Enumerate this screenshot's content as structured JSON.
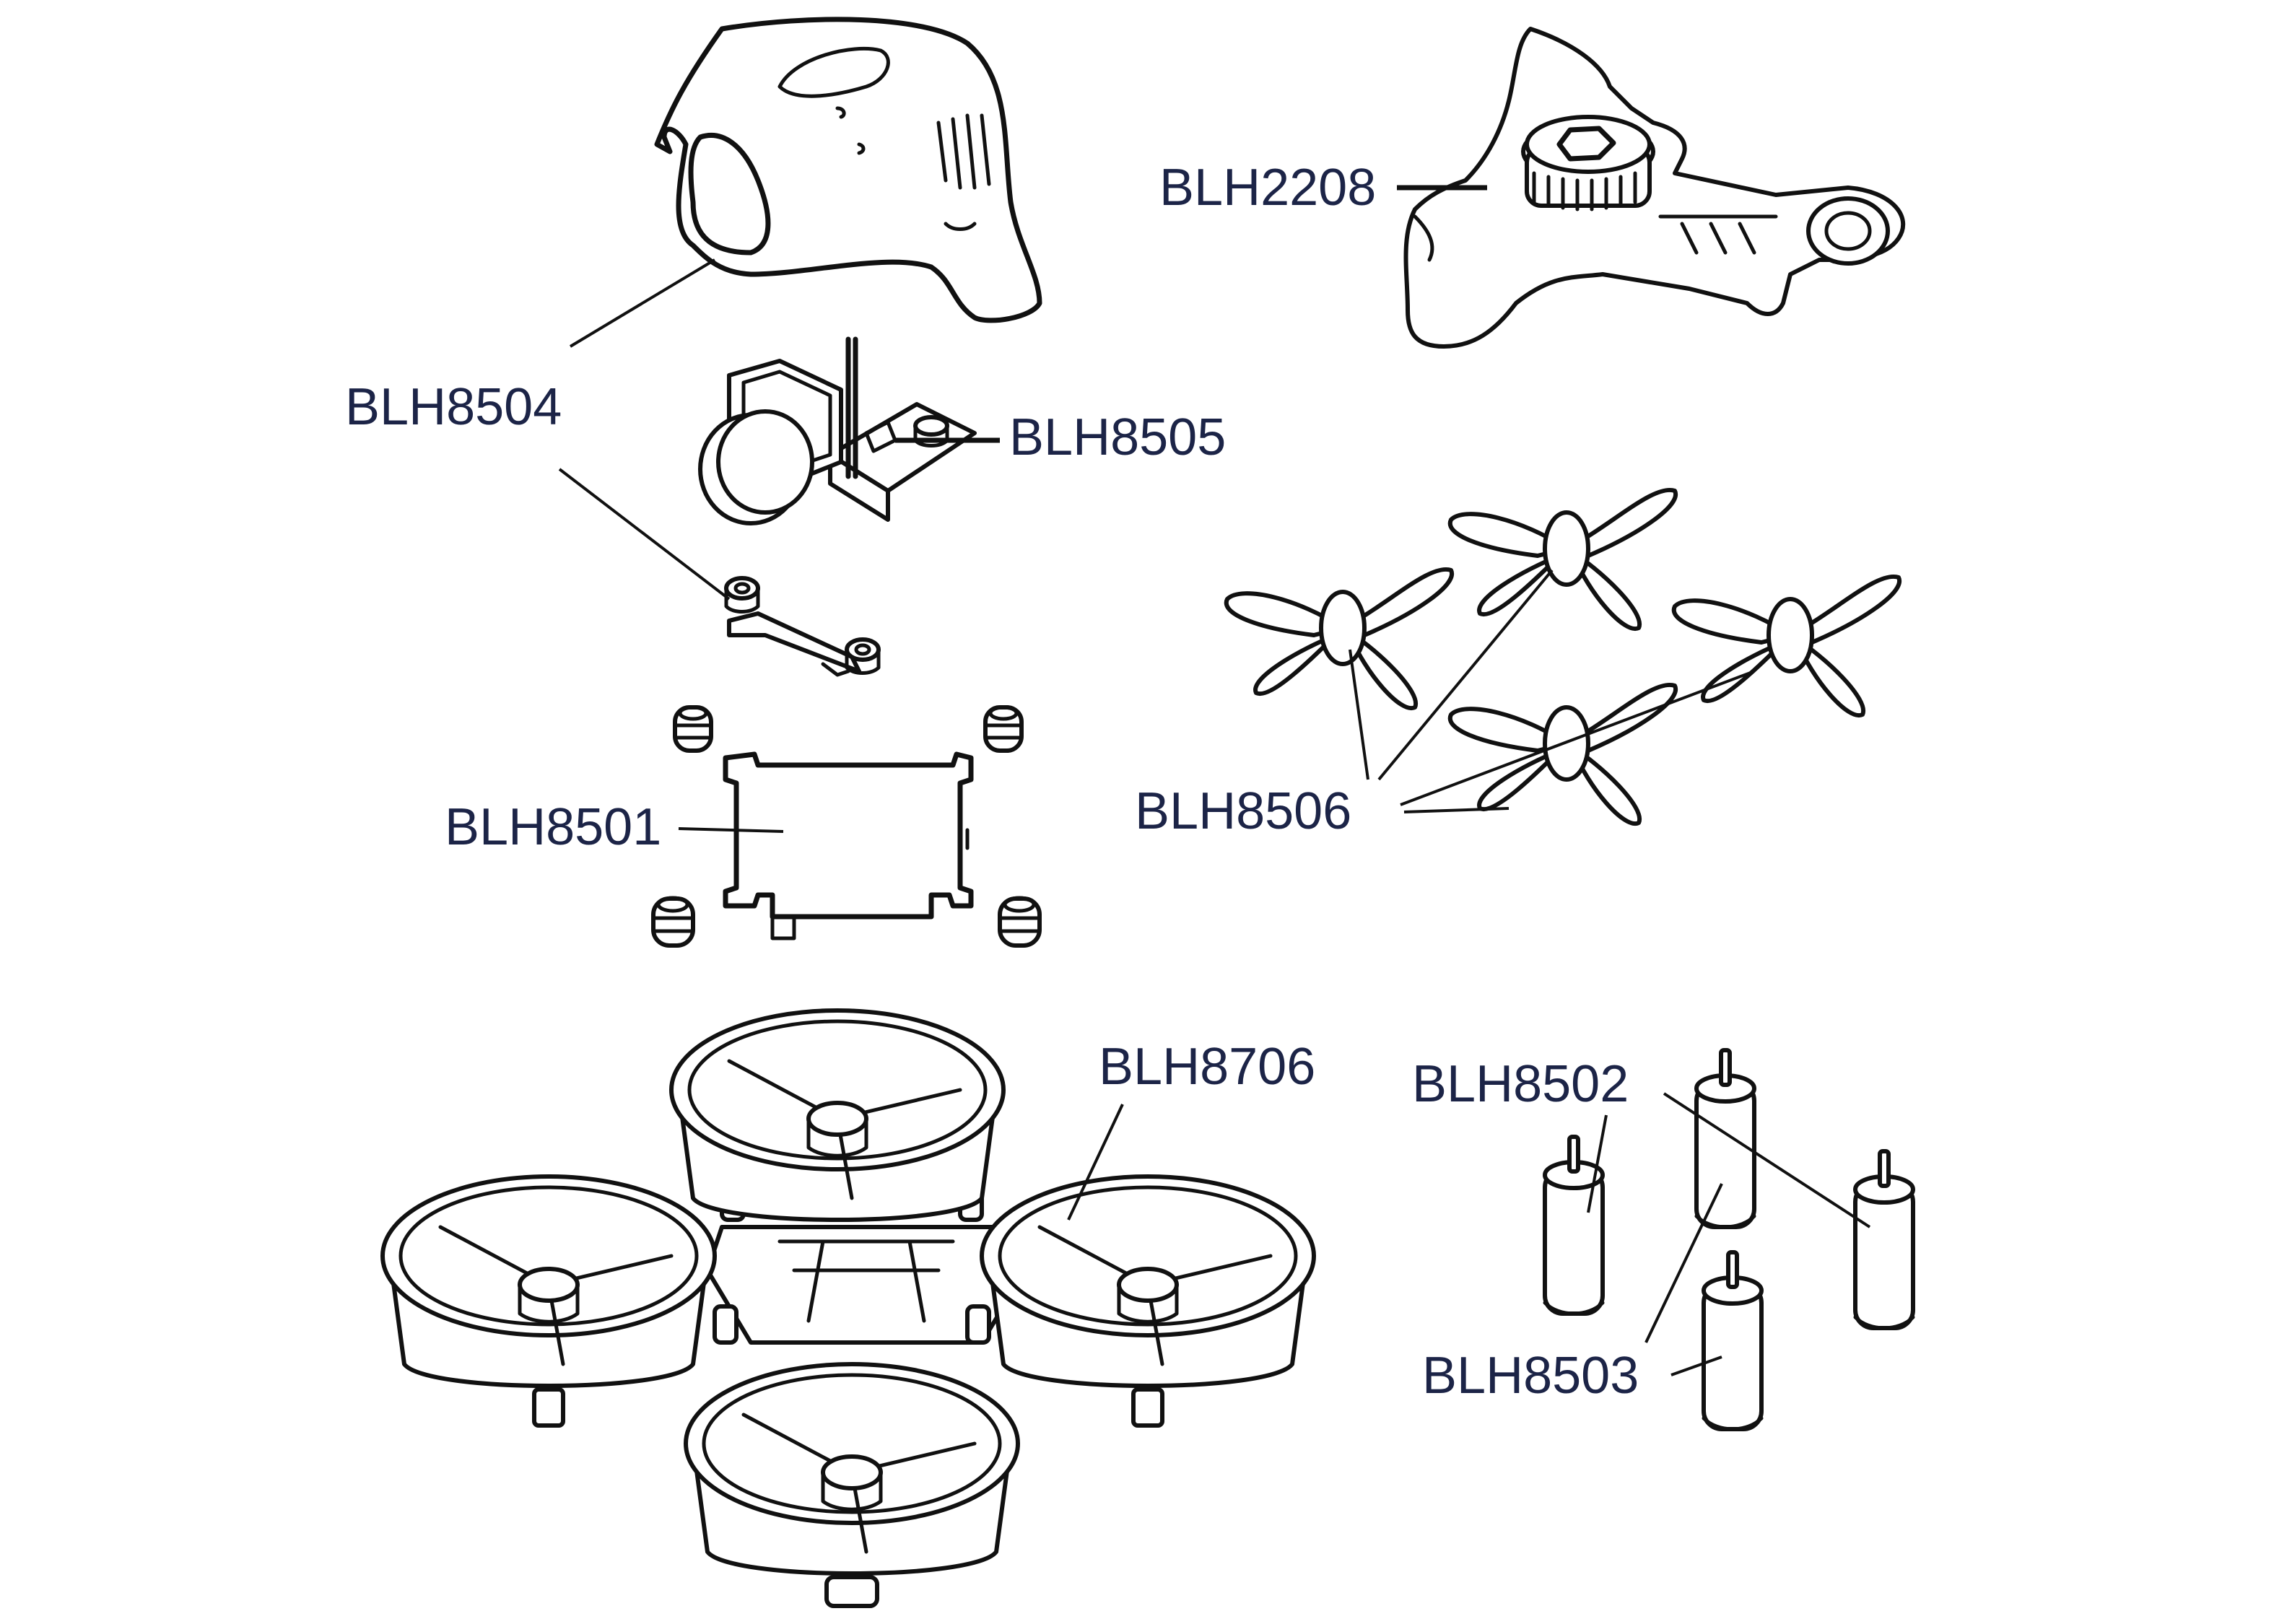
{
  "labels": {
    "canopy": "BLH8504",
    "mount": "BLH2208",
    "camera": "BLH8505",
    "board": "BLH8501",
    "props": "BLH8506",
    "frame": "BLH8706",
    "motor_a": "BLH8502",
    "motor_b": "BLH8503"
  }
}
